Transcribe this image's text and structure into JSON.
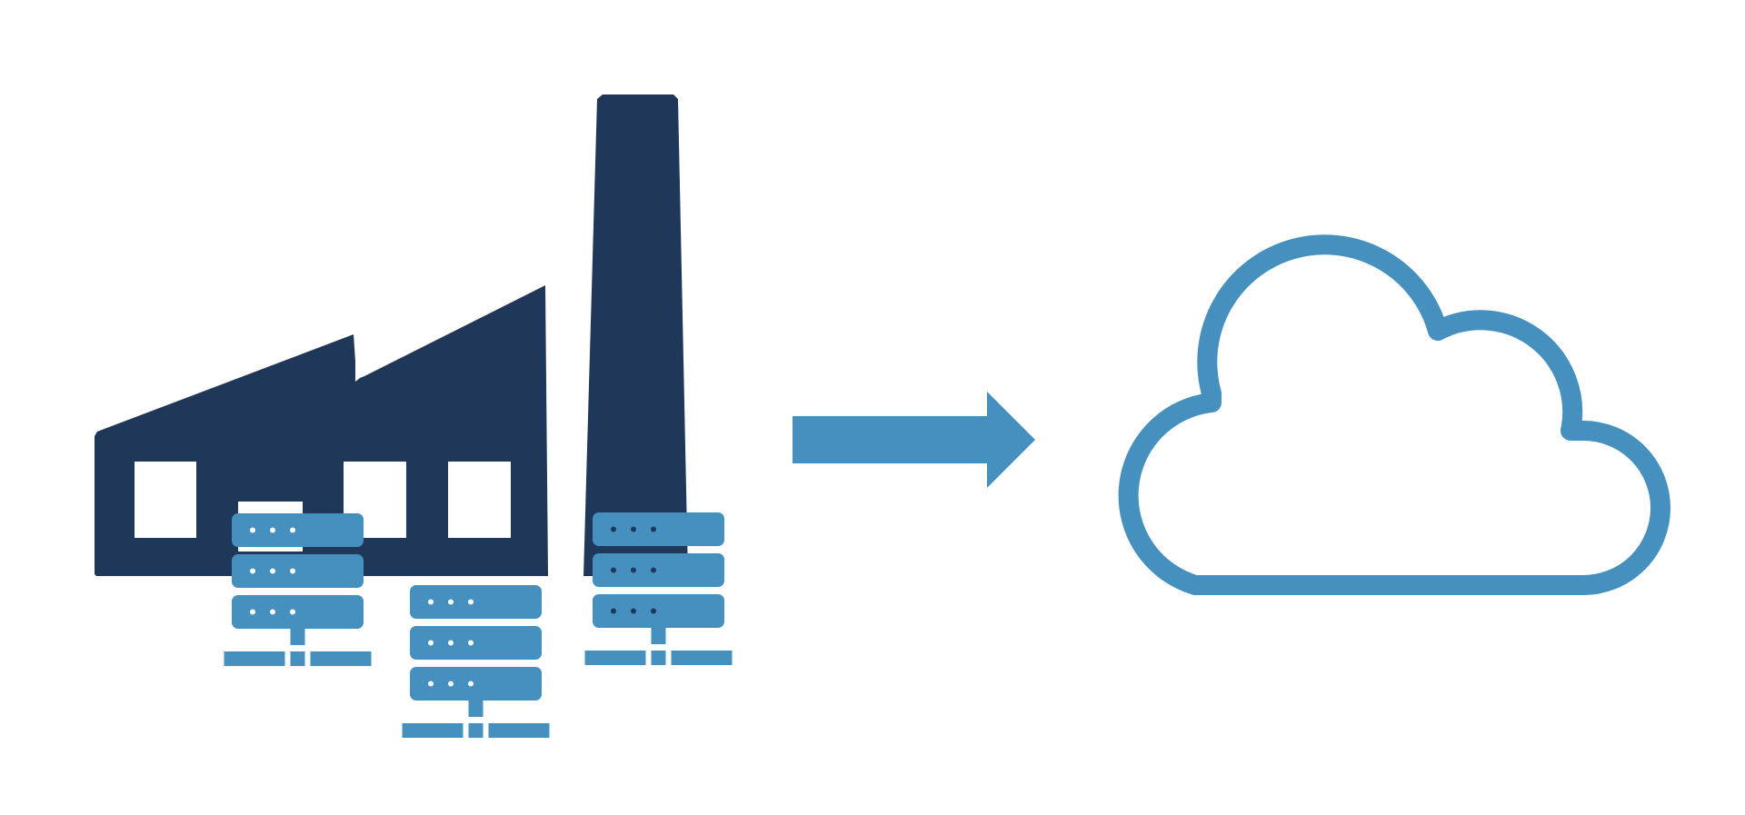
{
  "colors": {
    "background": "#ffffff",
    "factory": "#1f3759",
    "accent": "#4590be",
    "window": "#ffffff"
  },
  "elements": {
    "factory": "factory-icon",
    "servers": "server-rack-icon",
    "arrow": "arrow-right-icon",
    "cloud": "cloud-icon"
  },
  "server_racks": [
    {
      "units": 3,
      "dot_color": "light"
    },
    {
      "units": 3,
      "dot_color": "light"
    },
    {
      "units": 3,
      "dot_color": "dark"
    }
  ]
}
